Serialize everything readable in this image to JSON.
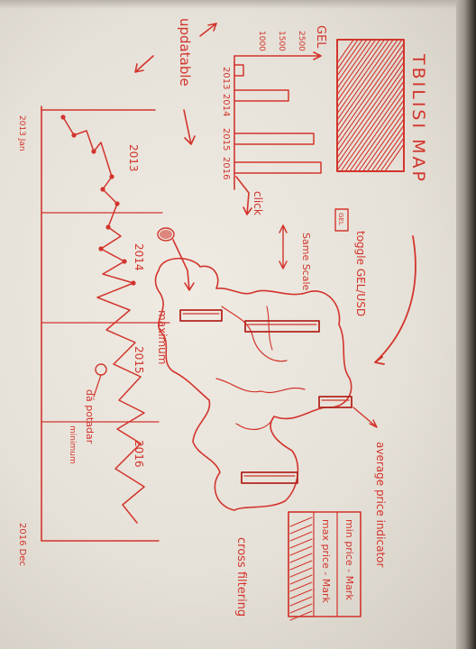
{
  "title": "TBILISI MAP",
  "notes": {
    "updatable": "updatable",
    "toggle": "toggle GEL/USD",
    "gel_box": "GEL",
    "same_scale": "Same Scale",
    "click": "click",
    "maximum": "maximum",
    "da_potadar": "dá potadar",
    "minimum": "minimum",
    "average_price": "average price indicator",
    "min_price": "min price - Mark",
    "max_price": "max price - Mark",
    "cross_filtering": "cross filtering"
  },
  "bar_chart": {
    "ylabel": "GEL",
    "y_ticks": [
      "1000",
      "1500",
      "2500"
    ],
    "categories": [
      "2013",
      "2014",
      "2015",
      "2016"
    ]
  },
  "line_chart": {
    "start_label": "2013 Jan",
    "end_label": "2016 Dec",
    "year_labels": [
      "2013",
      "2014",
      "2015",
      "2016"
    ]
  },
  "colors": {
    "ink": "#d2342c",
    "paper": "#ebe7df"
  }
}
